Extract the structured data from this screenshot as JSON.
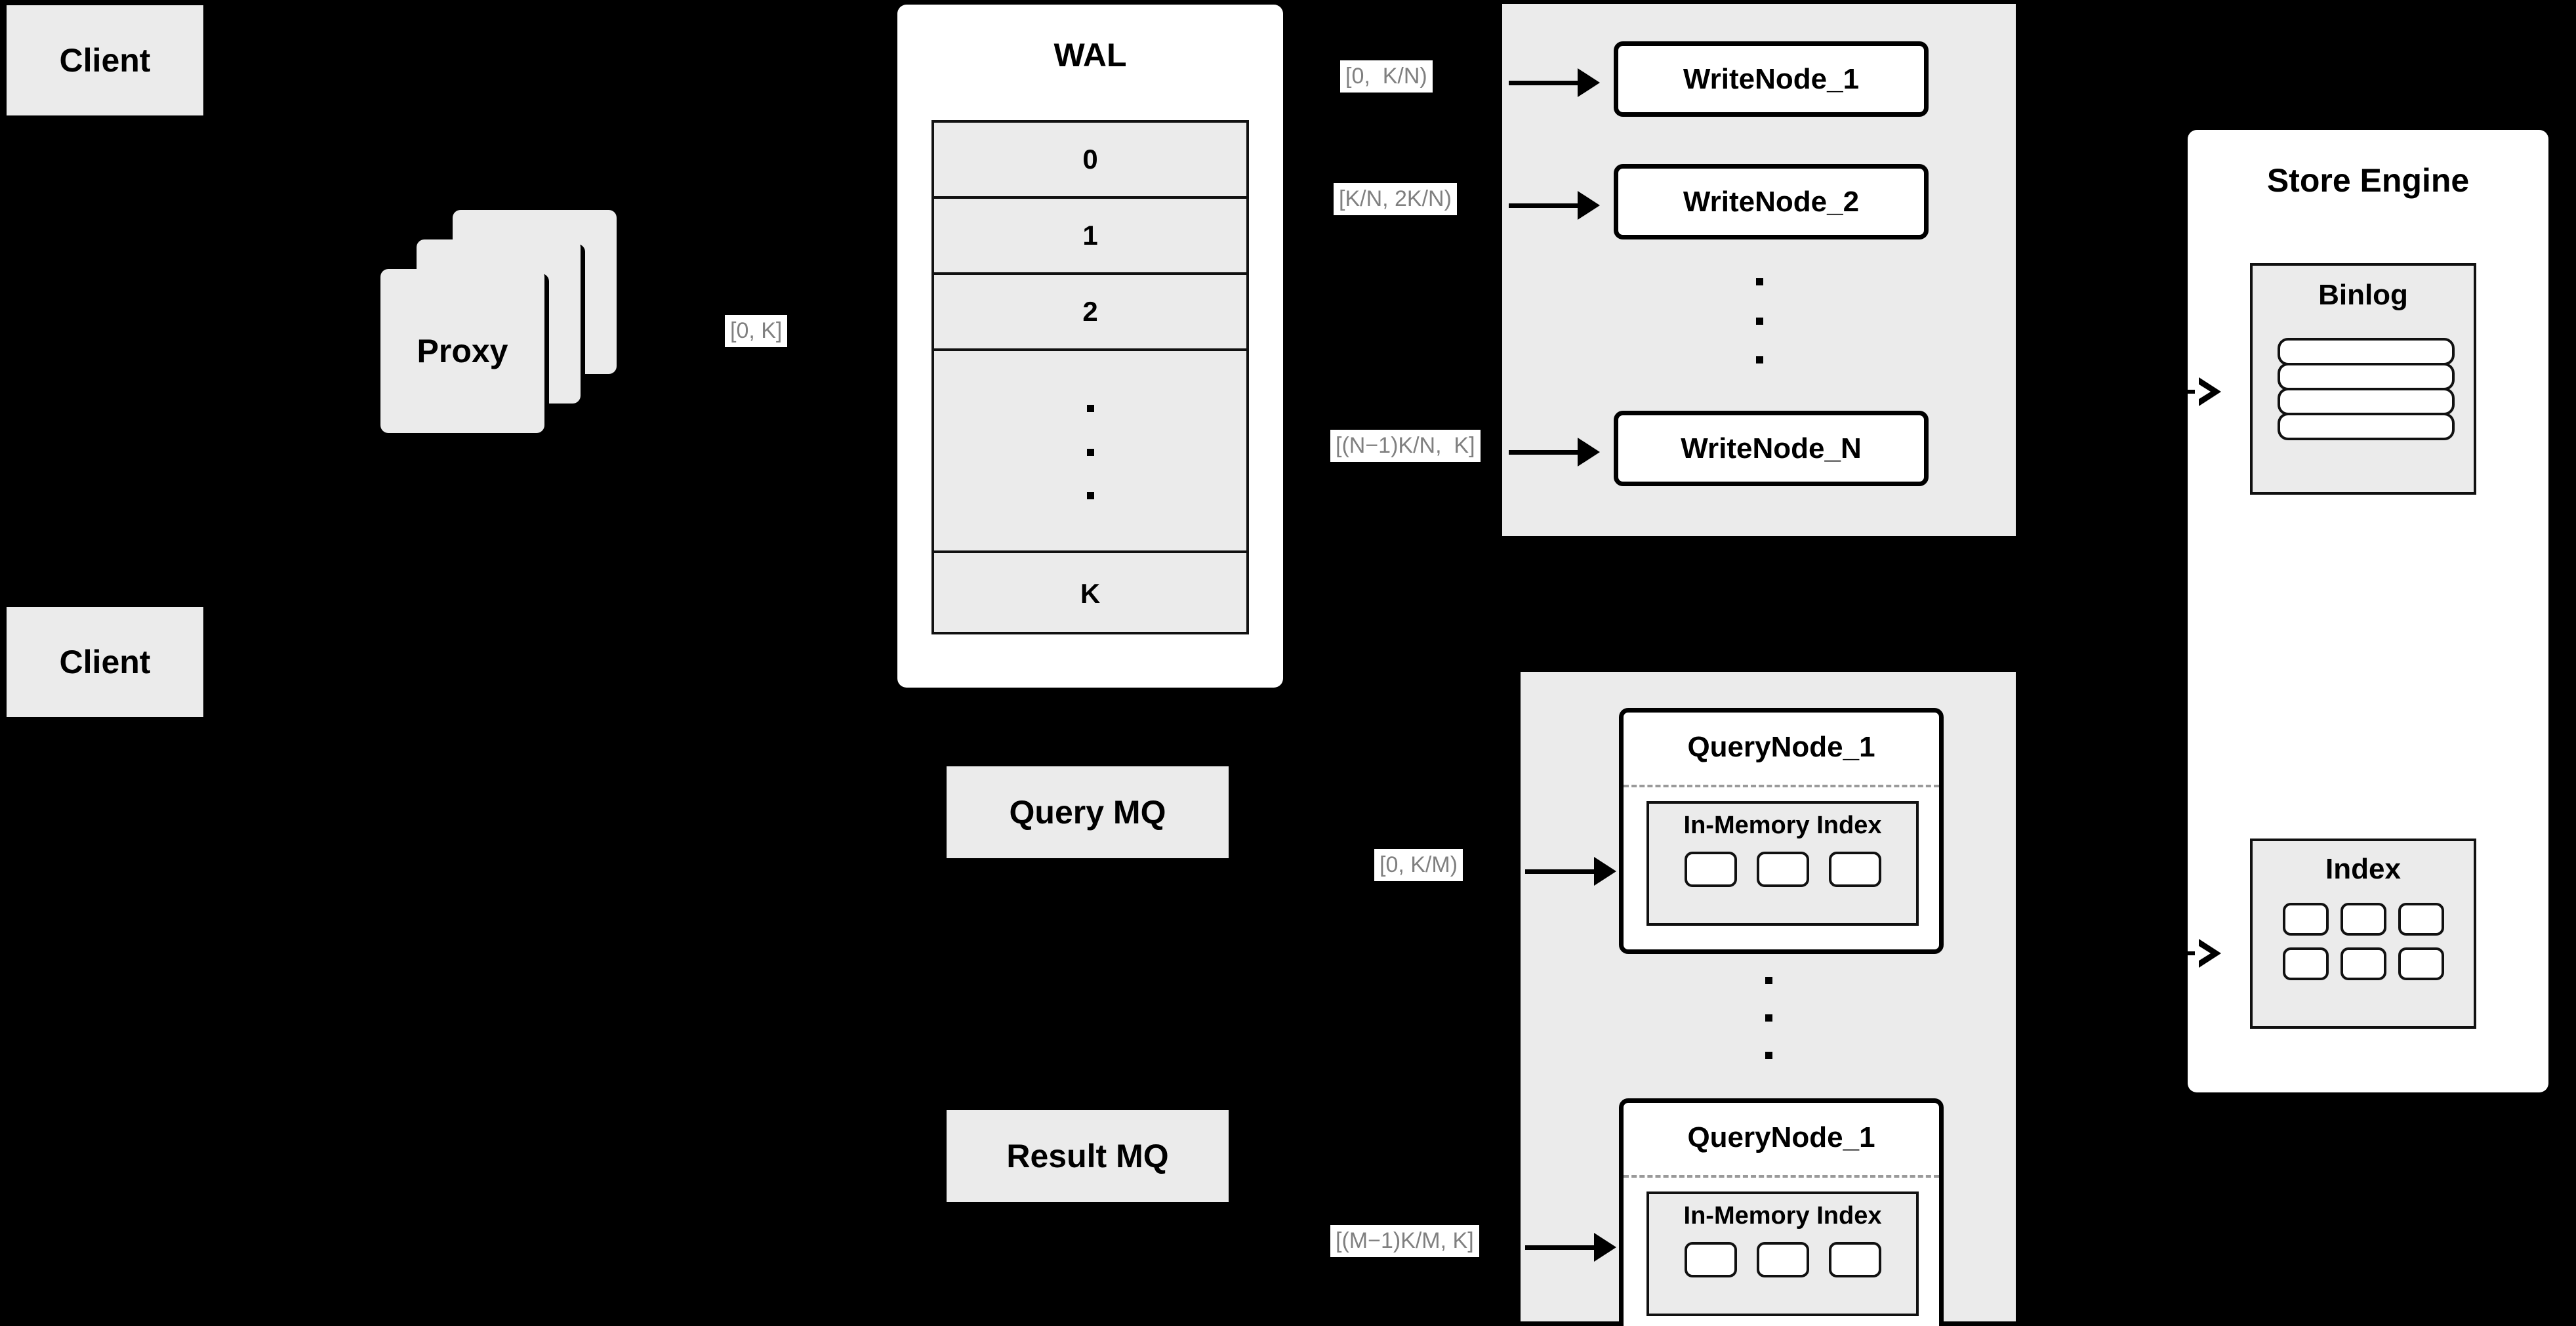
{
  "diagram": {
    "background_color": "#000000",
    "clients": [
      {
        "label": "Client"
      },
      {
        "label": "Client"
      }
    ],
    "proxy": {
      "label": "Proxy",
      "stack_count": 3,
      "output_label": "[0, K]"
    },
    "wal": {
      "title": "WAL",
      "entries": [
        "0",
        "1",
        "2",
        "⋮",
        "K"
      ],
      "ellipsis_row_index": 3
    },
    "write_cluster": {
      "nodes": [
        {
          "label": "WriteNode_1",
          "range_label": "[0,  K/N)"
        },
        {
          "label": "WriteNode_2",
          "range_label": "[K/N, 2K/N)"
        },
        {
          "label": "WriteNode_N",
          "range_label": "[(N−1)K/N,  K]"
        }
      ],
      "ellipsis_between": true
    },
    "message_queues": [
      {
        "label": "Query MQ"
      },
      {
        "label": "Result MQ"
      }
    ],
    "query_cluster": {
      "nodes": [
        {
          "label": "QueryNode_1",
          "range_label": "[0, K/M)",
          "index_panel": {
            "label": "In-Memory Index",
            "segment_count": 3
          }
        },
        {
          "label": "QueryNode_1",
          "range_label": "[(M−1)K/M, K]",
          "index_panel": {
            "label": "In-Memory Index",
            "segment_count": 3
          }
        }
      ],
      "ellipsis_between": true
    },
    "store_engine": {
      "title": "Store Engine",
      "binlog": {
        "label": "Binlog",
        "row_count": 4
      },
      "index": {
        "label": "Index",
        "cell_count": 6,
        "rows": 2,
        "cols": 3
      }
    },
    "colors": {
      "background": "#000000",
      "tile_fill": "#ebebeb",
      "card_fill": "#ffffff",
      "stroke": "#000000",
      "label_text": "#808080",
      "dashed_separator": "#9a9a9a"
    }
  }
}
